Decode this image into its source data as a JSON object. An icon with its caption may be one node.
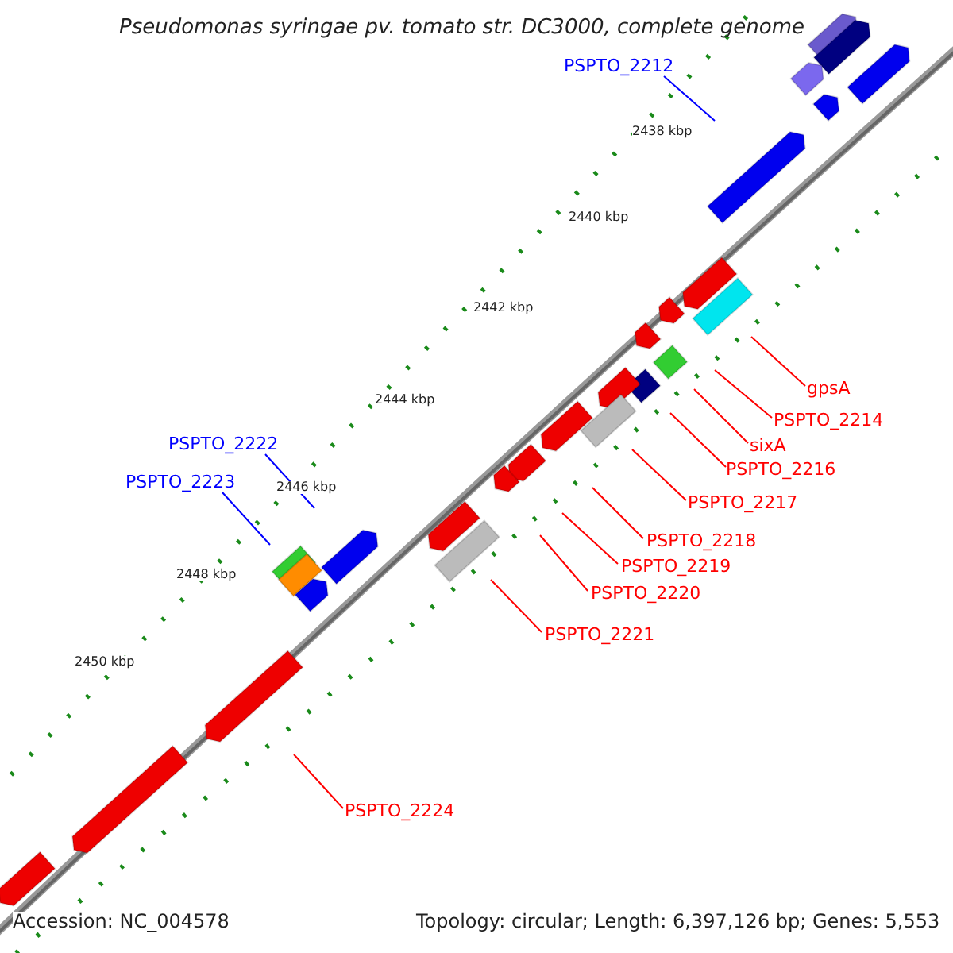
{
  "diagram": {
    "title": "Pseudomonas syringae pv. tomato str. DC3000, complete genome",
    "nodes": [
      {
        "text": [
          "PSPTO_2212"
        ]
      },
      {
        "text": [
          "gpsA"
        ]
      },
      {
        "text": [
          "PSPTO_2214"
        ]
      },
      {
        "text": [
          "sixA"
        ]
      },
      {
        "text": [
          "PSPTO_2222"
        ]
      },
      {
        "text": [
          "PSPTO_2216"
        ]
      },
      {
        "text": [
          "PSPTO_2223"
        ]
      },
      {
        "text": [
          "PSPTO_2217"
        ]
      },
      {
        "text": [
          "PSPTO_2218"
        ]
      },
      {
        "text": [
          "PSPTO_2219"
        ]
      },
      {
        "text": [
          "PSPTO_2220"
        ]
      },
      {
        "text": [
          "PSPTO_2221"
        ]
      },
      {
        "text": [
          "PSPTO_2224"
        ]
      }
    ],
    "edges": [
      {
        "from": 0,
        "to": null,
        "arrow": "none",
        "color": "#0000ff"
      },
      {
        "from": 1,
        "to": null,
        "arrow": "none"
      },
      {
        "from": 2,
        "to": null,
        "arrow": "none"
      },
      {
        "from": 3,
        "to": null,
        "arrow": "none"
      },
      {
        "from": 4,
        "to": null,
        "arrow": "none",
        "color": "#0000ff"
      },
      {
        "from": 5,
        "to": null,
        "arrow": "none"
      },
      {
        "from": 6,
        "to": null,
        "arrow": "none",
        "color": "#0000ff"
      },
      {
        "from": 7,
        "to": null,
        "arrow": "none"
      },
      {
        "from": 8,
        "to": null,
        "arrow": "none"
      },
      {
        "from": 9,
        "to": null,
        "arrow": "none"
      },
      {
        "from": 10,
        "to": null,
        "arrow": "none"
      },
      {
        "from": 11,
        "to": null,
        "arrow": "none"
      },
      {
        "from": 12,
        "to": null,
        "arrow": "none"
      }
    ],
    "labels": [
      "2438 kbp",
      "2440 kbp",
      "2442 kbp",
      "2444 kbp",
      "2446 kbp",
      "2448 kbp",
      "2450 kbp",
      "Accession: NC_004578",
      "Topology: circular; Length: 6,397,126 bp; Genes: 5,553"
    ]
  }
}
